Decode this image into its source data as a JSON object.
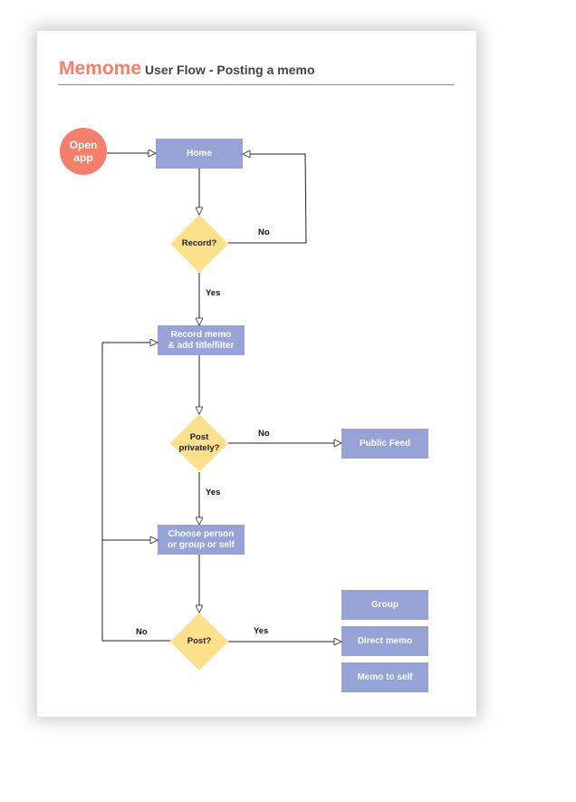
{
  "header": {
    "brand": "Memome",
    "subtitle": "User Flow - Posting a memo"
  },
  "colors": {
    "brand": "#f47f6b",
    "process_box": "#97a3d6",
    "decision": "#fde08c",
    "start": "#f47f6b"
  },
  "nodes": {
    "open_app": "Open\napp",
    "home": "Home",
    "record_decision": "Record?",
    "record_memo": "Record  memo\n& add title/filter",
    "post_privately": "Post\nprivately?",
    "public_feed": "Public Feed",
    "choose_person": "Choose person\nor group or self",
    "post_decision": "Post?",
    "group": "Group",
    "direct_memo": "Direct memo",
    "memo_to_self": "Memo to self"
  },
  "edges": {
    "record_no": "No",
    "record_yes": "Yes",
    "private_no": "No",
    "private_yes": "Yes",
    "post_no": "No",
    "post_yes": "Yes"
  }
}
